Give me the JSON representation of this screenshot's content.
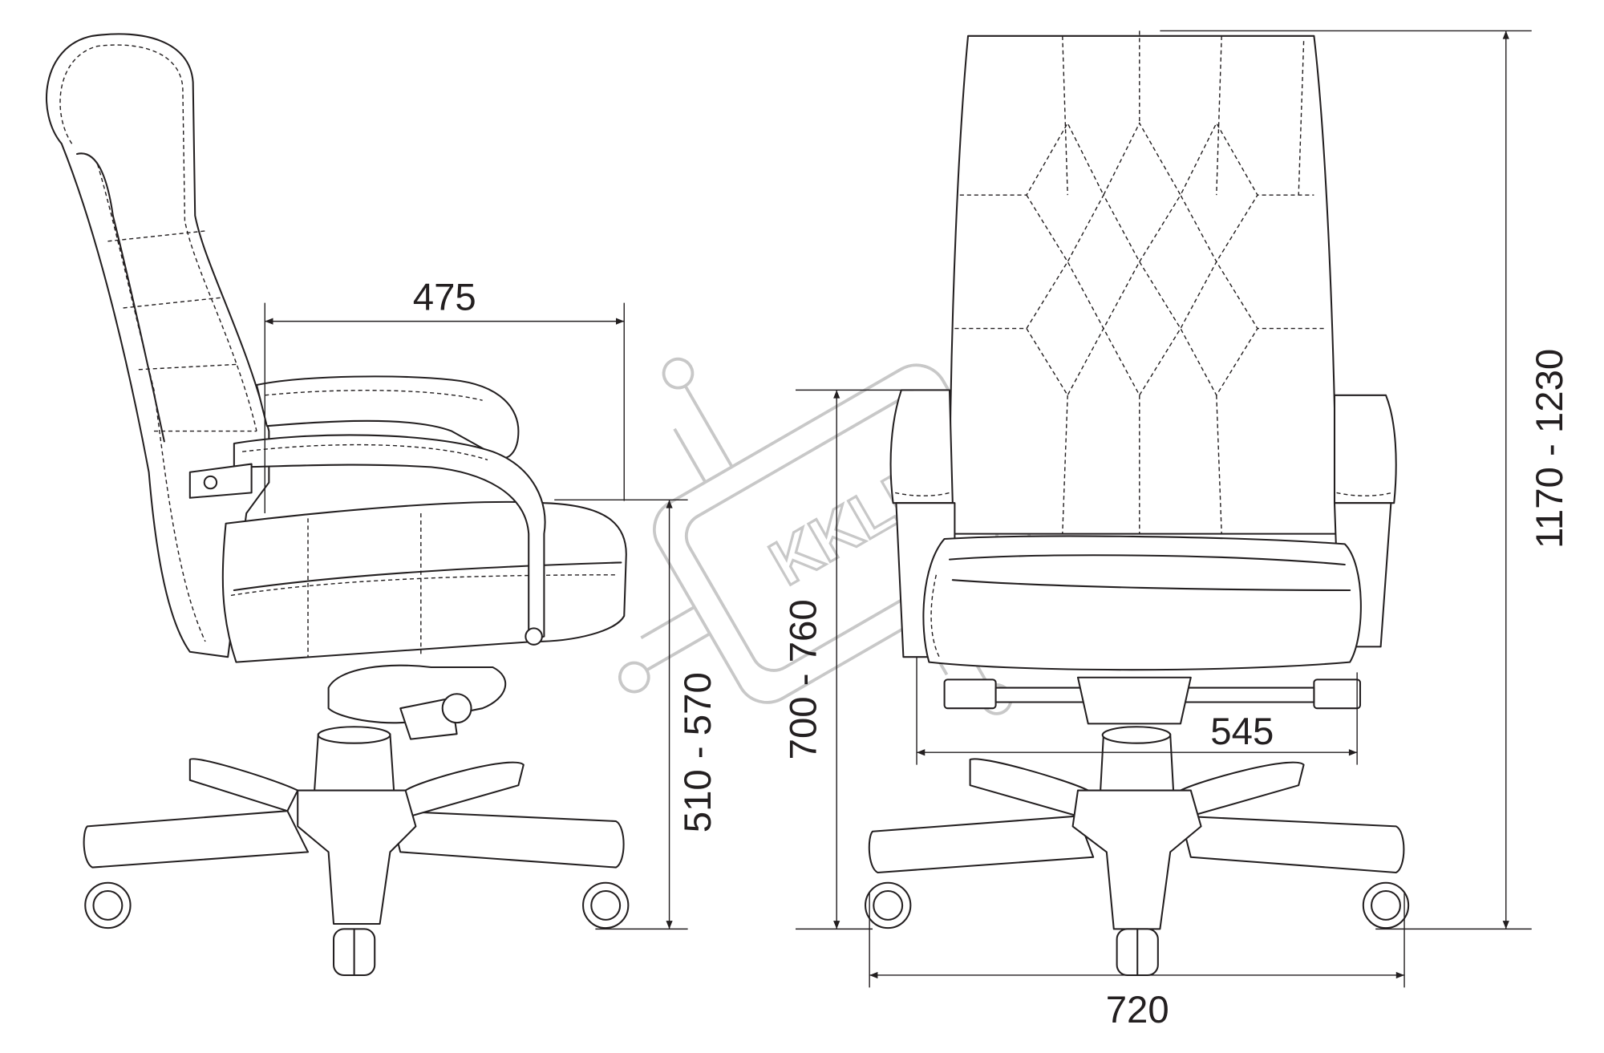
{
  "title": "Chair dimension drawing",
  "colors": {
    "line": "#231f20",
    "watermark": "#c8c8c8",
    "background": "#ffffff"
  },
  "watermark": {
    "logo_text": "KKLI"
  },
  "side_view": {
    "seat_depth": "475",
    "seat_height": "510 - 570"
  },
  "front_view": {
    "armrest_height": "700 - 760",
    "seat_width": "545",
    "base_width": "720",
    "total_height": "1170 - 1230"
  }
}
